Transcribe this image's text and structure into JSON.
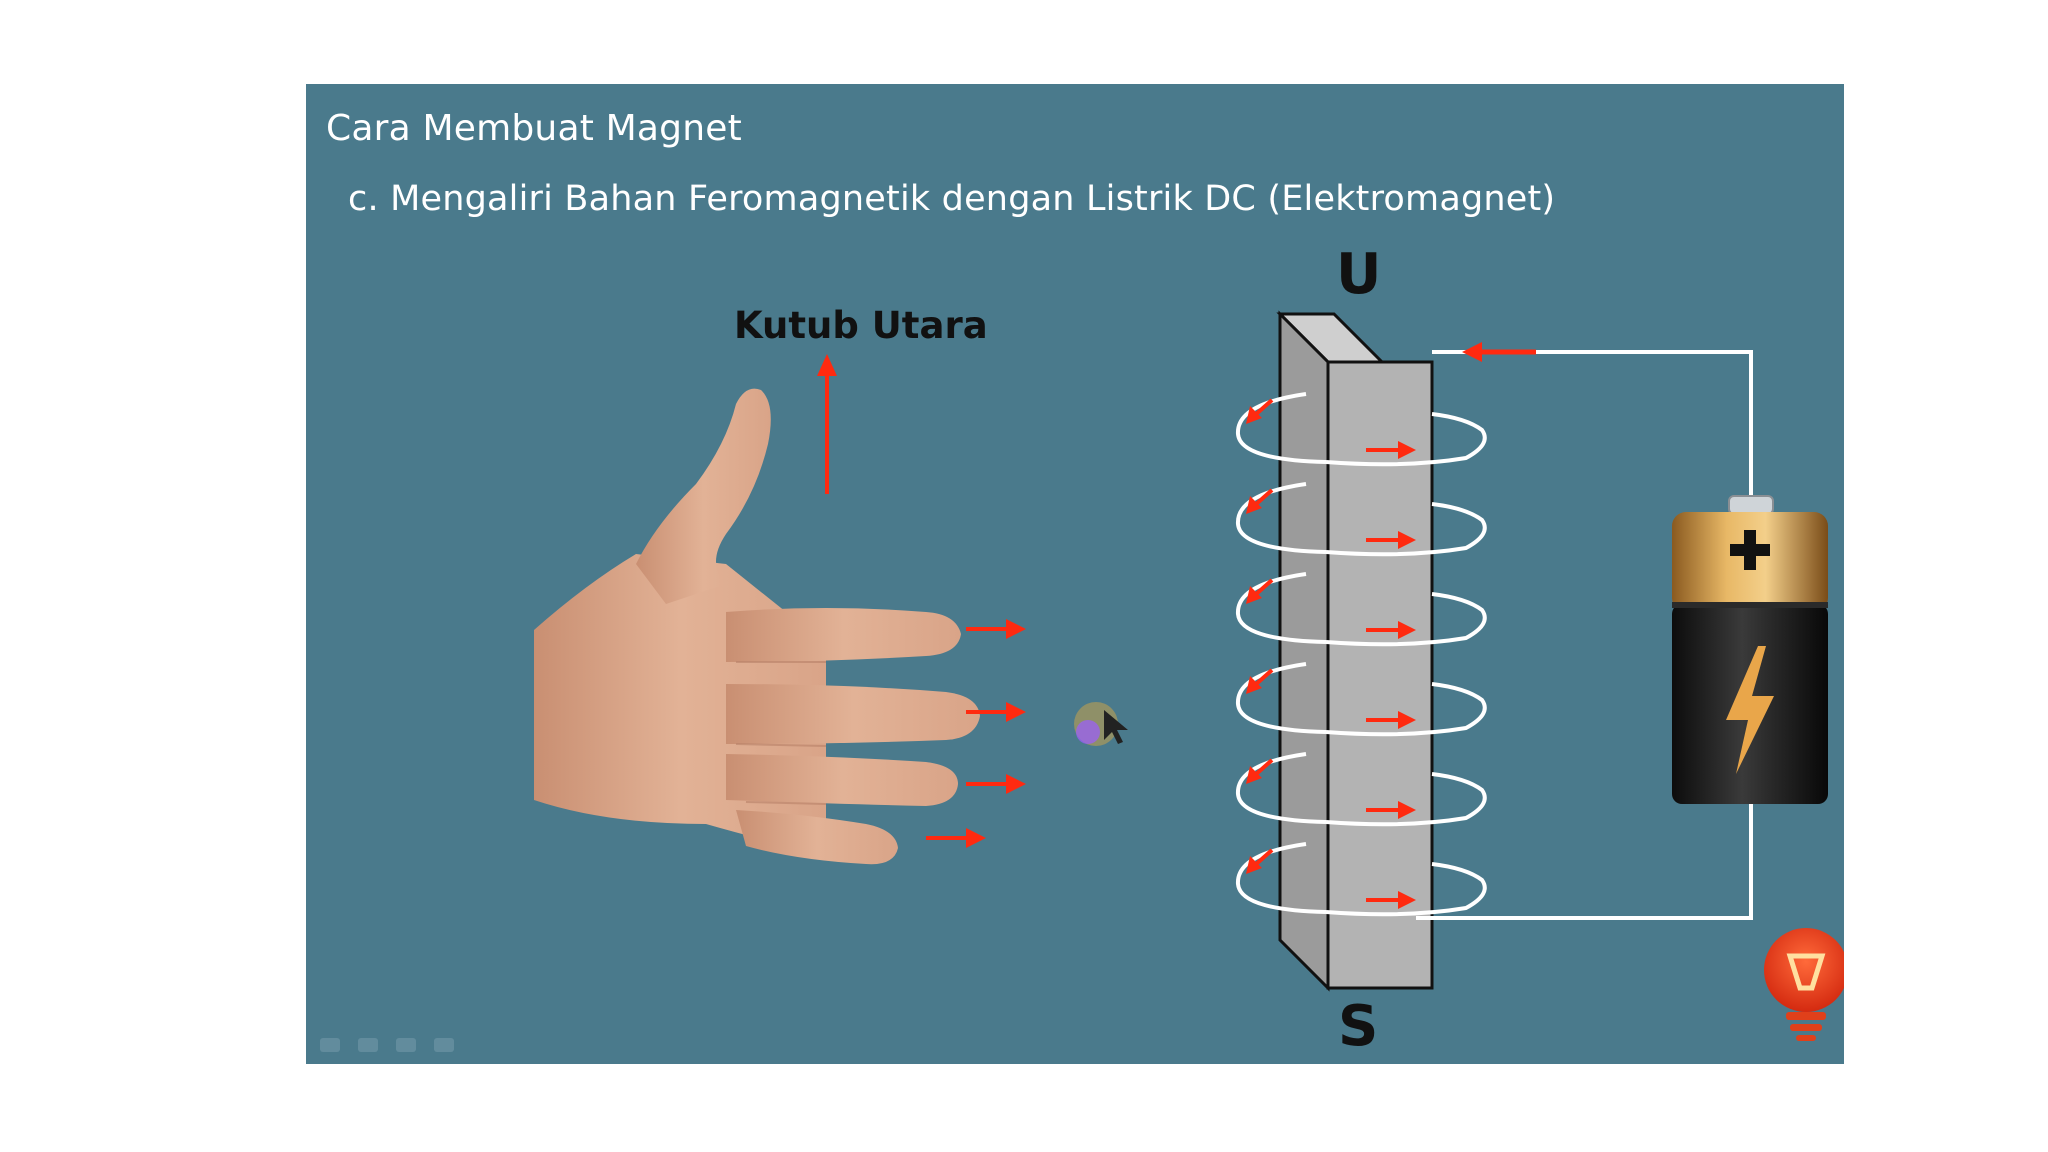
{
  "slide": {
    "title": "Cara Membuat Magnet",
    "subtitle": "c. Mengaliri Bahan Feromagnetik dengan Listrik DC (Elektromagnet)",
    "background_color": "#4a7a8c"
  },
  "hand": {
    "thumb_label": "Kutub Utara"
  },
  "magnet": {
    "north_label": "U",
    "south_label": "S"
  },
  "battery": {
    "positive_symbol": "+",
    "symbol_icon": "lightning-bolt-icon"
  },
  "colors": {
    "arrow": "#ff2a10",
    "wire": "#ffffff",
    "bar_front": "#b3b3b3",
    "bar_side": "#9b9b9b",
    "bar_top": "#cfcfcf",
    "skin": "#d9a488",
    "battery_gold": "#d4a050",
    "battery_black": "#1c1c1c"
  },
  "coil": {
    "turns": 6
  },
  "toolbar": {
    "icons": [
      "prev-icon",
      "pen-icon",
      "slides-icon",
      "more-icon"
    ]
  }
}
